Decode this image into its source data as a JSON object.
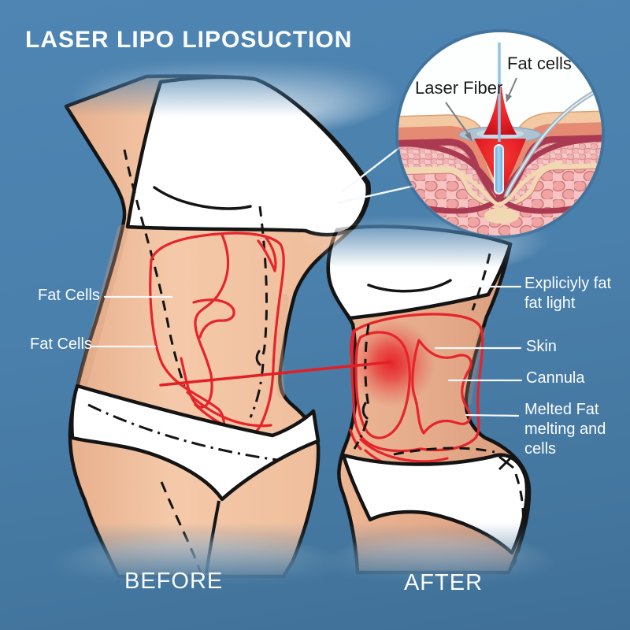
{
  "title": "LASER LIPO LIPOSUCTION",
  "inset": {
    "label_laser_fiber": "Laser Fiber",
    "label_fat_cells": "Fat cells"
  },
  "before": {
    "caption": "BEFORE",
    "label_fat_cells_1": "Fat Cells",
    "label_fat_cells_2": "Fat Cells"
  },
  "after": {
    "caption": "AFTER",
    "label_1": "Expliciyly fat fat light",
    "label_2": "Skin",
    "label_3": "Cannula",
    "label_4": "Melted Fat melting and cells"
  },
  "colors": {
    "background": "#4A80AC",
    "accent_red": "#E6242B",
    "skin_light": "#F4C9A9",
    "skin_after": "#E5AB8B",
    "cloth_white": "#FFFFFF",
    "outline_black": "#141414",
    "text_light": "#FAFCFE",
    "text_dark": "#1C1C1E",
    "inset_peach": "#F3C9A3",
    "inset_salmon": "#E58A73",
    "inset_vessel": "#A93A52",
    "inset_fat_small": "#F5C9C9",
    "inset_cream": "#F2D8B2",
    "inset_fat_big": "#F7C3C3",
    "fiber_blue": "#6FB2DE",
    "cannula_grey": "#9FB4BE"
  }
}
